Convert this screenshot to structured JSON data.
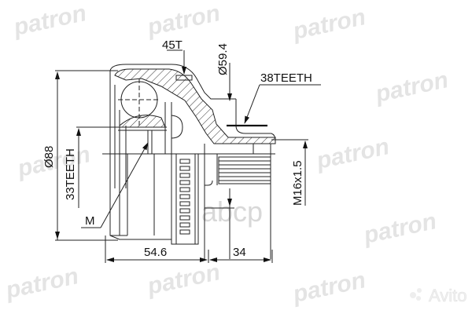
{
  "drawing": {
    "subject": "CV joint (outer) technical drawing",
    "watermark_text": "patron",
    "corner_watermark": "abcp",
    "site_watermark": "Avito",
    "dimensions": {
      "outer_diameter": "Ø88",
      "boot_diameter": "Ø59.4",
      "abs_ring_teeth": "45T",
      "inner_spline": "33TEETH",
      "outer_spline": "38TEETH",
      "thread": "M16x1.5",
      "body_length": "54.6",
      "shaft_length": "34",
      "marker": "M"
    }
  },
  "colors": {
    "line": "#222222",
    "watermark": "#e4e4e4",
    "background": "#ffffff"
  }
}
